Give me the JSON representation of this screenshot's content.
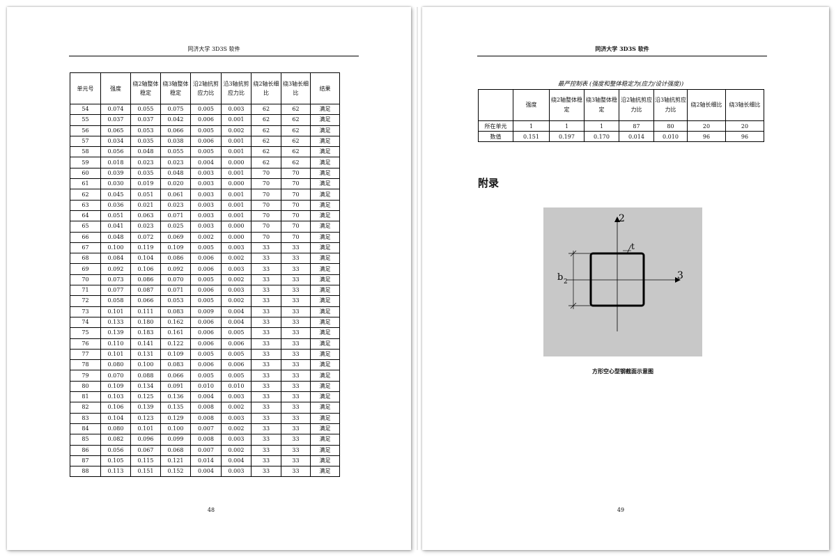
{
  "left_page": {
    "running_head": "同济大学 3D3S 软件",
    "page_number": "48",
    "table": {
      "headers": [
        "单元号",
        "强度",
        "绕2轴整体稳定",
        "绕3轴整体稳定",
        "沿2轴抗剪应力比",
        "沿3轴抗剪应力比",
        "绕2轴长细比",
        "绕3轴长细比",
        "结果"
      ],
      "rows": [
        [
          "54",
          "0.074",
          "0.055",
          "0.075",
          "0.005",
          "0.003",
          "62",
          "62",
          "满足"
        ],
        [
          "55",
          "0.037",
          "0.037",
          "0.042",
          "0.006",
          "0.001",
          "62",
          "62",
          "满足"
        ],
        [
          "56",
          "0.065",
          "0.053",
          "0.066",
          "0.005",
          "0.002",
          "62",
          "62",
          "满足"
        ],
        [
          "57",
          "0.034",
          "0.035",
          "0.038",
          "0.006",
          "0.001",
          "62",
          "62",
          "满足"
        ],
        [
          "58",
          "0.056",
          "0.048",
          "0.055",
          "0.005",
          "0.001",
          "62",
          "62",
          "满足"
        ],
        [
          "59",
          "0.018",
          "0.023",
          "0.023",
          "0.004",
          "0.000",
          "62",
          "62",
          "满足"
        ],
        [
          "60",
          "0.039",
          "0.035",
          "0.048",
          "0.003",
          "0.001",
          "70",
          "70",
          "满足"
        ],
        [
          "61",
          "0.030",
          "0.019",
          "0.020",
          "0.003",
          "0.000",
          "70",
          "70",
          "满足"
        ],
        [
          "62",
          "0.045",
          "0.051",
          "0.061",
          "0.003",
          "0.001",
          "70",
          "70",
          "满足"
        ],
        [
          "63",
          "0.036",
          "0.021",
          "0.023",
          "0.003",
          "0.001",
          "70",
          "70",
          "满足"
        ],
        [
          "64",
          "0.051",
          "0.063",
          "0.071",
          "0.003",
          "0.001",
          "70",
          "70",
          "满足"
        ],
        [
          "65",
          "0.041",
          "0.023",
          "0.025",
          "0.003",
          "0.000",
          "70",
          "70",
          "满足"
        ],
        [
          "66",
          "0.048",
          "0.072",
          "0.069",
          "0.002",
          "0.000",
          "70",
          "70",
          "满足"
        ],
        [
          "67",
          "0.100",
          "0.119",
          "0.109",
          "0.005",
          "0.003",
          "33",
          "33",
          "满足"
        ],
        [
          "68",
          "0.084",
          "0.104",
          "0.086",
          "0.006",
          "0.002",
          "33",
          "33",
          "满足"
        ],
        [
          "69",
          "0.092",
          "0.106",
          "0.092",
          "0.006",
          "0.003",
          "33",
          "33",
          "满足"
        ],
        [
          "70",
          "0.073",
          "0.086",
          "0.070",
          "0.005",
          "0.002",
          "33",
          "33",
          "满足"
        ],
        [
          "71",
          "0.077",
          "0.087",
          "0.071",
          "0.006",
          "0.003",
          "33",
          "33",
          "满足"
        ],
        [
          "72",
          "0.058",
          "0.066",
          "0.053",
          "0.005",
          "0.002",
          "33",
          "33",
          "满足"
        ],
        [
          "73",
          "0.101",
          "0.111",
          "0.083",
          "0.009",
          "0.004",
          "33",
          "33",
          "满足"
        ],
        [
          "74",
          "0.133",
          "0.180",
          "0.162",
          "0.006",
          "0.004",
          "33",
          "33",
          "满足"
        ],
        [
          "75",
          "0.139",
          "0.183",
          "0.161",
          "0.006",
          "0.005",
          "33",
          "33",
          "满足"
        ],
        [
          "76",
          "0.110",
          "0.141",
          "0.122",
          "0.006",
          "0.006",
          "33",
          "33",
          "满足"
        ],
        [
          "77",
          "0.101",
          "0.131",
          "0.109",
          "0.005",
          "0.005",
          "33",
          "33",
          "满足"
        ],
        [
          "78",
          "0.080",
          "0.100",
          "0.083",
          "0.006",
          "0.006",
          "33",
          "33",
          "满足"
        ],
        [
          "79",
          "0.070",
          "0.088",
          "0.066",
          "0.005",
          "0.005",
          "33",
          "33",
          "满足"
        ],
        [
          "80",
          "0.109",
          "0.134",
          "0.091",
          "0.010",
          "0.010",
          "33",
          "33",
          "满足"
        ],
        [
          "81",
          "0.103",
          "0.125",
          "0.136",
          "0.004",
          "0.003",
          "33",
          "33",
          "满足"
        ],
        [
          "82",
          "0.106",
          "0.139",
          "0.135",
          "0.008",
          "0.002",
          "33",
          "33",
          "满足"
        ],
        [
          "83",
          "0.104",
          "0.123",
          "0.129",
          "0.008",
          "0.003",
          "33",
          "33",
          "满足"
        ],
        [
          "84",
          "0.080",
          "0.101",
          "0.100",
          "0.007",
          "0.002",
          "33",
          "33",
          "满足"
        ],
        [
          "85",
          "0.082",
          "0.096",
          "0.099",
          "0.008",
          "0.003",
          "33",
          "33",
          "满足"
        ],
        [
          "86",
          "0.056",
          "0.067",
          "0.068",
          "0.007",
          "0.002",
          "33",
          "33",
          "满足"
        ],
        [
          "87",
          "0.105",
          "0.115",
          "0.121",
          "0.014",
          "0.004",
          "33",
          "33",
          "满足"
        ],
        [
          "88",
          "0.113",
          "0.151",
          "0.152",
          "0.004",
          "0.003",
          "33",
          "33",
          "满足"
        ]
      ]
    }
  },
  "right_page": {
    "running_head": "同济大学 3D3S 软件",
    "page_number": "49",
    "summary": {
      "title": "最严控制表 (强度和整体稳定为(应力/设计强度))",
      "headers": [
        "",
        "强度",
        "绕2轴整体稳定",
        "绕3轴整体稳定",
        "沿2轴抗剪应力比",
        "沿3轴抗剪应力比",
        "绕2轴长细比",
        "绕3轴长细比"
      ],
      "rows": [
        [
          "所在单元",
          "1",
          "1",
          "1",
          "87",
          "80",
          "20",
          "20"
        ],
        [
          "数值",
          "0.151",
          "0.197",
          "0.170",
          "0.014",
          "0.010",
          "96",
          "96"
        ]
      ]
    },
    "appendix_heading": "附录",
    "figure": {
      "axis_2": "2",
      "axis_3": "3",
      "thickness_label": "t",
      "width_label_main": "b",
      "width_label_sub": "2",
      "caption": "方形空心型钢截面示意图"
    }
  }
}
